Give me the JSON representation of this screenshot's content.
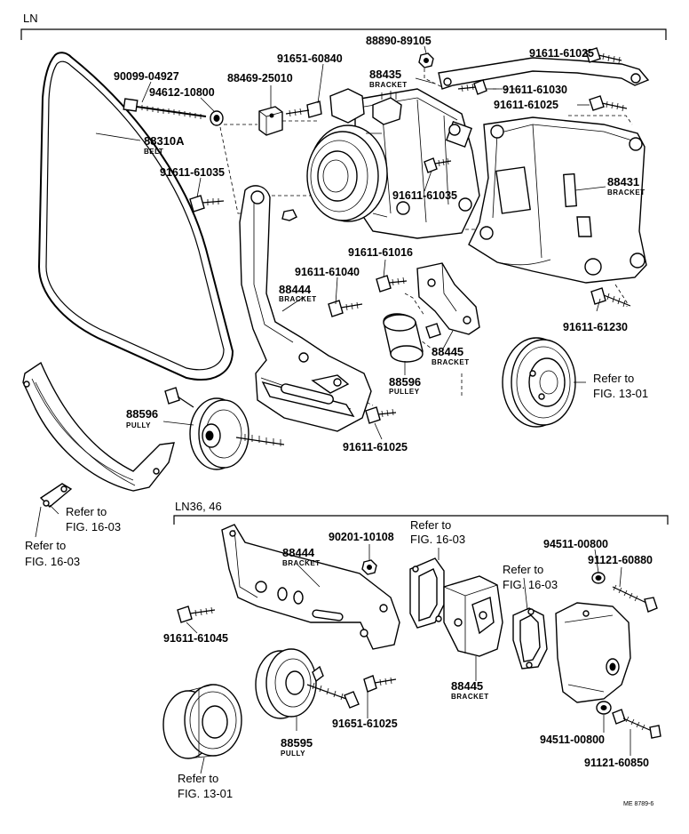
{
  "sections": {
    "main": {
      "title": "LN"
    },
    "variant": {
      "title": "LN36, 46"
    }
  },
  "parts": {
    "p88890_89105": {
      "number": "88890-89105"
    },
    "p91611_61025_a": {
      "number": "91611-61025"
    },
    "p91651_60840": {
      "number": "91651-60840"
    },
    "p88435": {
      "number": "88435",
      "desc": "BRACKET"
    },
    "p90099_04927": {
      "number": "90099-04927"
    },
    "p88469_25010": {
      "number": "88469-25010"
    },
    "p94612_10800": {
      "number": "94612-10800"
    },
    "p91611_61030": {
      "number": "91611-61030"
    },
    "p91611_61025_b": {
      "number": "91611-61025"
    },
    "p88310A": {
      "number": "88310A",
      "desc": "BELT"
    },
    "p88431": {
      "number": "88431",
      "desc": "BRACKET"
    },
    "p91611_61035_a": {
      "number": "91611-61035"
    },
    "p91611_61035_b": {
      "number": "91611-61035"
    },
    "p91611_61016": {
      "number": "91611-61016"
    },
    "p91611_61040": {
      "number": "91611-61040"
    },
    "p88444_a": {
      "number": "88444",
      "desc": "BRACKET"
    },
    "p91611_61230": {
      "number": "91611-61230"
    },
    "p88445_a": {
      "number": "88445",
      "desc": "BRACKET"
    },
    "p88596_a": {
      "number": "88596",
      "desc": "PULLEY"
    },
    "p88596_b": {
      "number": "88596",
      "desc": "PULLY"
    },
    "p91611_61025_c": {
      "number": "91611-61025"
    },
    "p88444_b": {
      "number": "88444",
      "desc": "BRACKET"
    },
    "p90201_10108": {
      "number": "90201-10108"
    },
    "p94511_00800_a": {
      "number": "94511-00800"
    },
    "p91121_60880": {
      "number": "91121-60880"
    },
    "p91611_61045": {
      "number": "91611-61045"
    },
    "p88445_b": {
      "number": "88445",
      "desc": "BRACKET"
    },
    "p91651_61025": {
      "number": "91651-61025"
    },
    "p94511_00800_b": {
      "number": "94511-00800"
    },
    "p88595": {
      "number": "88595",
      "desc": "PULLY"
    },
    "p91121_60850": {
      "number": "91121-60850"
    }
  },
  "references": {
    "ref_13_01_a": {
      "line1": "Refer to",
      "line2": "FIG. 13-01"
    },
    "ref_16_03_a": {
      "line1": "Refer to",
      "line2": "FIG. 16-03"
    },
    "ref_16_03_b": {
      "line1": "Refer to",
      "line2": "FIG. 16-03"
    },
    "ref_16_03_c": {
      "line1": "Refer to",
      "line2": "FIG. 16-03"
    },
    "ref_16_03_d": {
      "line1": "Refer to",
      "line2": "FIG. 16-03"
    },
    "ref_13_01_b": {
      "line1": "Refer to",
      "line2": "FIG. 13-01"
    }
  },
  "footer": {
    "code": "ME 8789-6"
  }
}
